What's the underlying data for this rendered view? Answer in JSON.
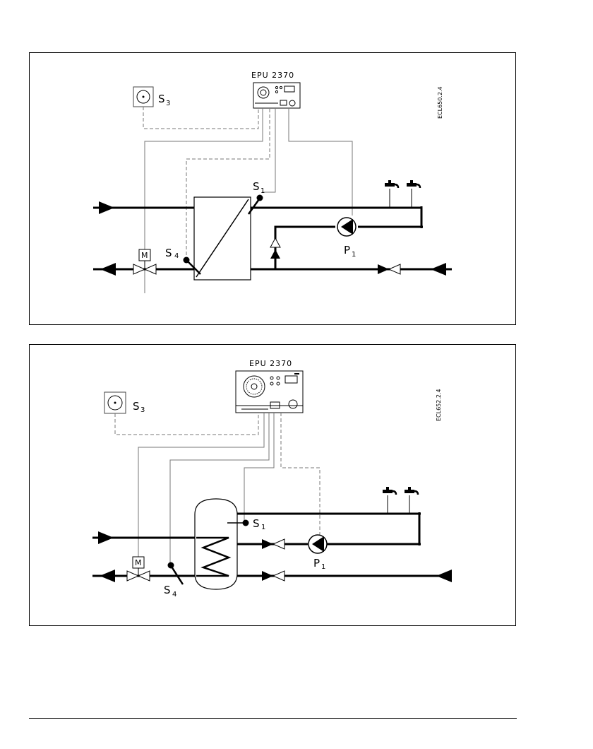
{
  "diagram1": {
    "controller_label": "EPU 2370",
    "code": "ECL650.2.4",
    "s3": {
      "main": "S",
      "sub": "3"
    },
    "s1": {
      "main": "S",
      "sub": "1"
    },
    "s4": {
      "main": "S",
      "sub": "4"
    },
    "p1": {
      "main": "P",
      "sub": "1"
    },
    "motor_label": "M"
  },
  "diagram2": {
    "controller_label": "EPU 2370",
    "code": "ECL652.2.4",
    "s3": {
      "main": "S",
      "sub": "3"
    },
    "s1": {
      "main": "S",
      "sub": "1"
    },
    "s4": {
      "main": "S",
      "sub": "4"
    },
    "p1": {
      "main": "P",
      "sub": "1"
    },
    "motor_label": "M"
  }
}
